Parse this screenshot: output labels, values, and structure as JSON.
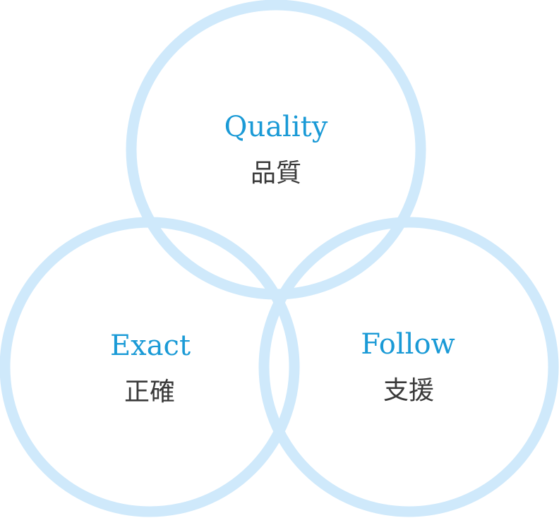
{
  "colors": {
    "ring": "#cfe9fb",
    "english": "#1a9ad6",
    "japanese": "#3a3a3a"
  },
  "circles": [
    {
      "english": "Quality",
      "japanese": "品質"
    },
    {
      "english": "Exact",
      "japanese": "正確"
    },
    {
      "english": "Follow",
      "japanese": "支援"
    }
  ]
}
